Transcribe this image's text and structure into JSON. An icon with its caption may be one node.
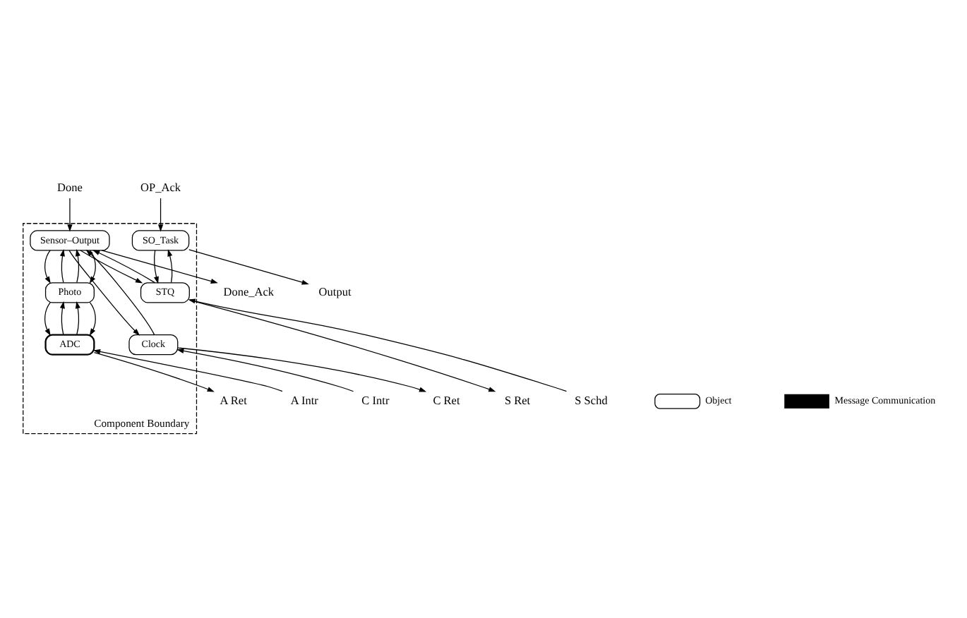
{
  "diagram": {
    "nodes": [
      {
        "text": [
          "Component Boundary"
        ]
      },
      {
        "text": [
          "Sensor–Output"
        ],
        "in": 0
      },
      {
        "text": [
          "SO_Task"
        ],
        "in": 0
      },
      {
        "text": [
          "Photo"
        ],
        "in": 0
      },
      {
        "text": [
          "STQ"
        ],
        "in": 0
      },
      {
        "text": [
          "Clock"
        ],
        "in": 0
      },
      {
        "text": [
          "ADC"
        ],
        "in": 0
      },
      {
        "text": [
          "Done_Ack"
        ]
      },
      {
        "text": [
          "Done"
        ]
      },
      {
        "text": [
          "Output"
        ]
      },
      {
        "text": [
          "OP_Ack"
        ]
      },
      {
        "text": [
          "C Intr"
        ]
      },
      {
        "text": [
          "C Ret"
        ]
      },
      {
        "text": [
          "A Intr"
        ]
      },
      {
        "text": [
          "A Ret"
        ]
      },
      {
        "text": [
          "S Schd"
        ]
      },
      {
        "text": [
          "S Ret"
        ]
      }
    ],
    "edges": [
      {
        "from": 1,
        "to": 7,
        "arrow": "to"
      },
      {
        "from": 8,
        "to": 1,
        "arrow": "to"
      },
      {
        "from": 5,
        "to": 1,
        "arrow": "to"
      },
      {
        "from": 1,
        "to": 5,
        "arrow": "to"
      },
      {
        "from": 3,
        "to": 1,
        "arrow": "to"
      },
      {
        "from": 1,
        "to": 3,
        "arrow": "to"
      },
      {
        "from": 3,
        "to": 1,
        "arrow": "to"
      },
      {
        "from": 1,
        "to": 3,
        "arrow": "to"
      },
      {
        "from": 4,
        "to": 1,
        "arrow": "to"
      },
      {
        "from": 1,
        "to": 4,
        "arrow": "to"
      },
      {
        "from": 4,
        "to": 2,
        "arrow": "to"
      },
      {
        "from": 2,
        "to": 4,
        "arrow": "to"
      },
      {
        "from": 2,
        "to": 9,
        "arrow": "to"
      },
      {
        "from": 10,
        "to": 2,
        "arrow": "to"
      },
      {
        "from": 6,
        "to": 3,
        "arrow": "to"
      },
      {
        "from": 3,
        "to": 6,
        "arrow": "to"
      },
      {
        "from": 6,
        "to": 3,
        "arrow": "to"
      },
      {
        "from": 3,
        "to": 6,
        "arrow": "to"
      },
      {
        "from": 11,
        "to": 5,
        "arrow": "to"
      },
      {
        "from": 5,
        "to": 12,
        "arrow": "to"
      },
      {
        "from": 13,
        "to": 6,
        "arrow": "to"
      },
      {
        "from": 6,
        "to": 14,
        "arrow": "to"
      },
      {
        "from": 15,
        "to": 4,
        "arrow": "to"
      },
      {
        "from": 4,
        "to": 16,
        "arrow": "to"
      }
    ],
    "legend": [
      {
        "text": "Object"
      },
      {
        "text": "Message Communication"
      }
    ]
  }
}
